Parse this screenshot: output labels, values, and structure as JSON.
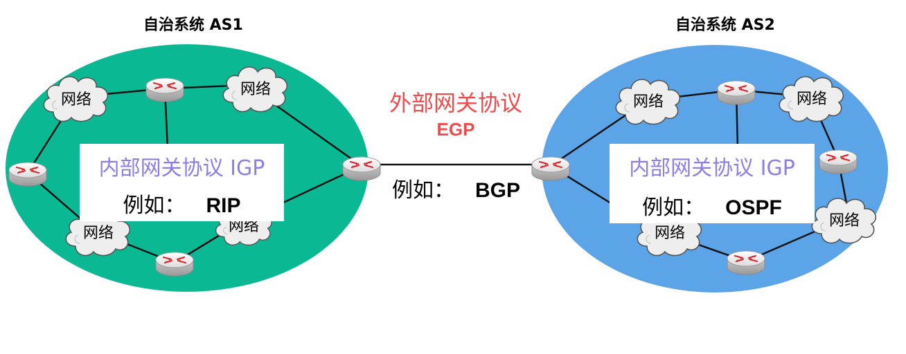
{
  "as1": {
    "title": "自治系统 AS1",
    "igp_label": "内部网关协议 IGP",
    "example_prefix": "例如：",
    "example_value": "RIP",
    "network_label": "网络",
    "fill": "#0bb894"
  },
  "as2": {
    "title": "自治系统 AS2",
    "igp_label": "内部网关协议 IGP",
    "example_prefix": "例如：",
    "example_value": "OSPF",
    "network_label": "网络",
    "fill": "#5ba4e8"
  },
  "egp": {
    "label": "外部网关协议",
    "abbr": "EGP",
    "example_prefix": "例如：",
    "example_value": "BGP",
    "color": "#ef4b4b"
  },
  "igp_color": "#8c7ee6",
  "router_icon": "router-icon",
  "cloud_icon": "cloud-network-icon"
}
